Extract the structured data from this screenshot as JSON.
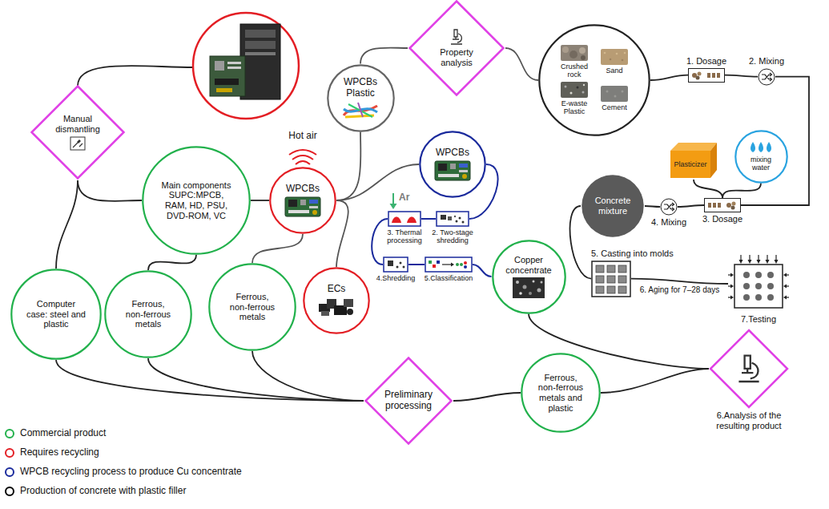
{
  "diagram": {
    "nodes": [
      {
        "text": [
          "Manual dismantling"
        ]
      },
      {
        "text": [
          "Main components SUPC:MPCB, RAM, HD, PSU, DVD-ROM, VC"
        ]
      },
      {
        "text": [
          "Computer case: steel and plastic"
        ]
      },
      {
        "text": [
          "Ferrous, non-ferrous metals"
        ]
      },
      {
        "text": [
          "WPCBs"
        ]
      },
      {
        "text": [
          "Ferrous, non-ferrous metals"
        ]
      },
      {
        "text": [
          "ECs"
        ]
      },
      {
        "text": [
          "WPCBs Plastic"
        ]
      },
      {
        "text": [
          "Property analysis"
        ]
      },
      {
        "text": [
          "Crushed rock",
          "Sand",
          "E-waste Plastic",
          "Cement"
        ]
      },
      {
        "text": [
          "1. Dosage"
        ]
      },
      {
        "text": [
          "2. Mixing"
        ]
      },
      {
        "text": [
          "Plasticizer"
        ]
      },
      {
        "text": [
          "mixing water"
        ]
      },
      {
        "text": [
          "3. Dosage"
        ]
      },
      {
        "text": [
          "4. Mixing"
        ]
      },
      {
        "text": [
          "Concrete mixture"
        ]
      },
      {
        "text": [
          "5. Casting into molds"
        ]
      },
      {
        "text": [
          "7.Testing"
        ]
      },
      {
        "text": [
          "WPCBs"
        ]
      },
      {
        "text": [
          "2. Two-stage shredding"
        ]
      },
      {
        "text": [
          "3. Thermal processing"
        ]
      },
      {
        "text": [
          "4.Shredding"
        ]
      },
      {
        "text": [
          "5.Classification"
        ]
      },
      {
        "text": [
          "Copper concentrate"
        ]
      },
      {
        "text": [
          "Preliminary processing"
        ]
      },
      {
        "text": [
          "Ferrous, non-ferrous metals and plastic"
        ]
      },
      {
        "text": [
          "6.Analysis of the resulting product"
        ]
      }
    ],
    "edges": [
      {
        "from": 0,
        "to": 1,
        "arrow": "none"
      },
      {
        "from": 0,
        "to": 2,
        "arrow": "none"
      },
      {
        "from": 1,
        "to": 4,
        "arrow": "none"
      },
      {
        "from": 1,
        "to": 3,
        "arrow": "none"
      },
      {
        "from": 4,
        "to": 5,
        "arrow": "none"
      },
      {
        "from": 4,
        "to": 7,
        "arrow": "none"
      },
      {
        "from": 4,
        "to": 19,
        "arrow": "none"
      },
      {
        "from": 4,
        "to": 6,
        "arrow": "none"
      },
      {
        "from": 7,
        "to": 8,
        "arrow": "none"
      },
      {
        "from": 8,
        "to": 9,
        "arrow": "none"
      },
      {
        "from": 9,
        "to": 10,
        "arrow": "none"
      },
      {
        "from": 10,
        "to": 11,
        "arrow": "none"
      },
      {
        "from": 11,
        "to": 14,
        "arrow": "none"
      },
      {
        "from": 12,
        "to": 14,
        "arrow": "none"
      },
      {
        "from": 13,
        "to": 14,
        "arrow": "none"
      },
      {
        "from": 14,
        "to": 15,
        "arrow": "none"
      },
      {
        "from": 15,
        "to": 16,
        "arrow": "none"
      },
      {
        "from": 16,
        "to": 17,
        "arrow": "none"
      },
      {
        "from": 17,
        "to": 18,
        "label": "6. Aging for 7–28 days",
        "arrow": "none"
      },
      {
        "from": 19,
        "to": 20,
        "arrow": "none"
      },
      {
        "from": 20,
        "to": 21,
        "arrow": "none"
      },
      {
        "from": 21,
        "to": 22,
        "arrow": "none"
      },
      {
        "from": 22,
        "to": 23,
        "arrow": "none"
      },
      {
        "from": 23,
        "to": 24,
        "arrow": "none"
      },
      {
        "from": 24,
        "to": 27,
        "arrow": "none"
      },
      {
        "from": 2,
        "to": 25,
        "arrow": "none"
      },
      {
        "from": 3,
        "to": 25,
        "arrow": "none"
      },
      {
        "from": 5,
        "to": 25,
        "arrow": "none"
      },
      {
        "from": 25,
        "to": 26,
        "arrow": "none"
      },
      {
        "from": 26,
        "to": 27,
        "arrow": "none"
      }
    ],
    "labels": [
      "Hot air",
      "Ar"
    ],
    "legend": [
      {
        "text": "Commercial product",
        "color": "#22b14c"
      },
      {
        "text": "Requires recycling",
        "color": "#e31e24"
      },
      {
        "text": "WPCB recycling process to produce Cu concentrate",
        "color": "#1a2a9c"
      },
      {
        "text": "Production of concrete with plastic filler",
        "color": "#000000"
      }
    ]
  }
}
